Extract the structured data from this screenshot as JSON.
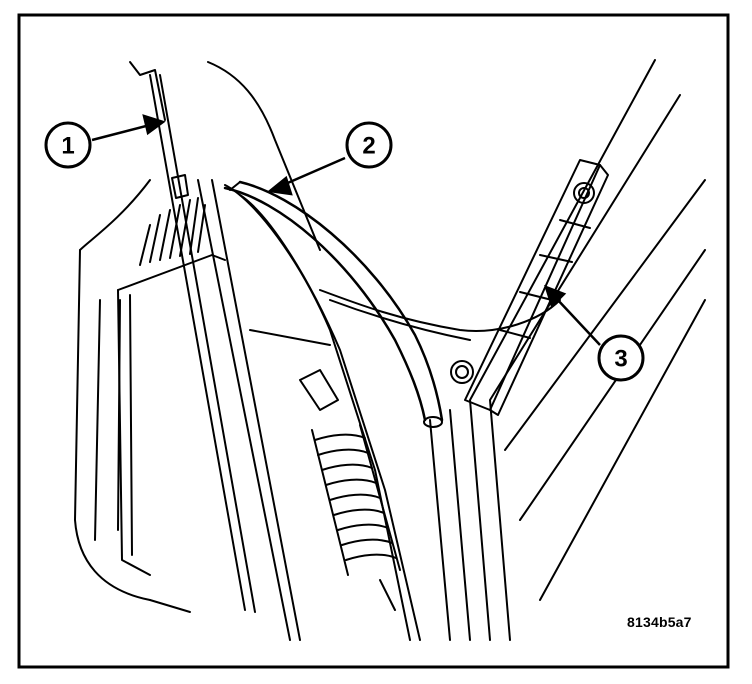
{
  "figure": {
    "id": "8134b5a7",
    "callouts": [
      {
        "number": "1"
      },
      {
        "number": "2"
      },
      {
        "number": "3"
      }
    ]
  },
  "colors": {
    "ink": "#000000",
    "paper": "#ffffff"
  }
}
